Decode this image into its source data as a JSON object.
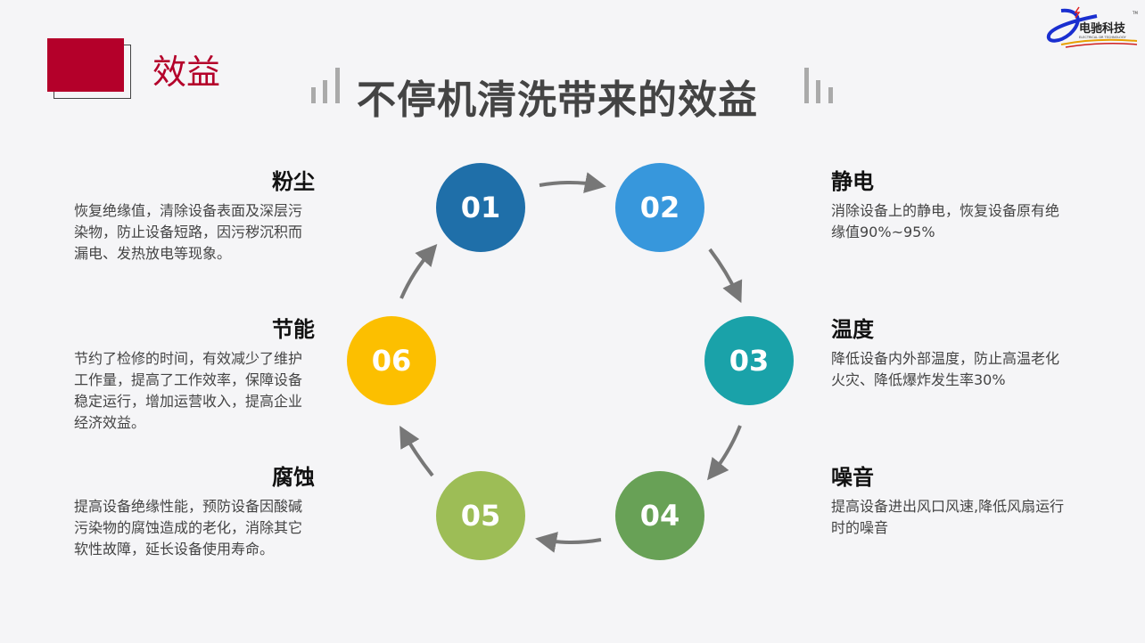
{
  "section_label": "效益",
  "title": "不停机清洗带来的效益",
  "logo": {
    "text": "电驰科技",
    "subtext": "ELECTRICAL DR TECHNOLOGY",
    "tm": "TM"
  },
  "steps": [
    {
      "num": "01",
      "color": "#1f6fa9"
    },
    {
      "num": "02",
      "color": "#3797dc"
    },
    {
      "num": "03",
      "color": "#1aa2a9"
    },
    {
      "num": "04",
      "color": "#68a156"
    },
    {
      "num": "05",
      "color": "#9dbd56"
    },
    {
      "num": "06",
      "color": "#fcbf00"
    }
  ],
  "items": {
    "dust": {
      "title": "粉尘",
      "text": "恢复绝缘值，清除设备表面及深层污染物，防止设备短路，因污秽沉积而漏电、发热放电等现象。"
    },
    "static": {
      "title": "静电",
      "text": "消除设备上的静电，恢复设备原有绝缘值90%~95%"
    },
    "energy": {
      "title": "节能",
      "text": "节约了检修的时间，有效减少了维护工作量，提高了工作效率，保障设备稳定运行，增加运营收入，提高企业经济效益。"
    },
    "temperature": {
      "title": "温度",
      "text": "降低设备内外部温度，防止高温老化火灾、降低爆炸发生率30%"
    },
    "corrosion": {
      "title": "腐蚀",
      "text": "提高设备绝缘性能，预防设备因酸碱污染物的腐蚀造成的老化，消除其它软性故障，延长设备使用寿命。"
    },
    "noise": {
      "title": "噪音",
      "text": "提高设备进出风口风速,降低风扇运行时的噪音"
    }
  }
}
